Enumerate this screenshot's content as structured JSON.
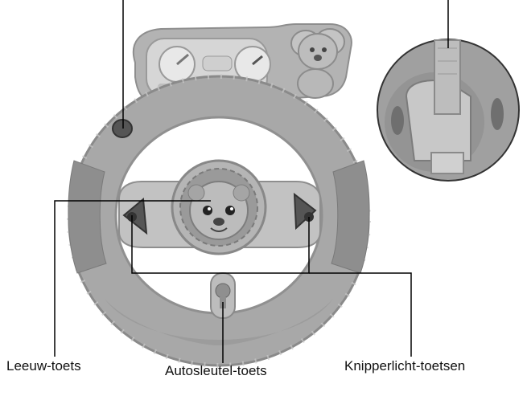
{
  "labels": {
    "lion": "Leeuw-toets",
    "key": "Autosleutel-toets",
    "blinkers": "Knipperlicht-toetsen"
  },
  "colors": {
    "toy_gray": "#a9a9a9",
    "toy_dark": "#7a7a7a",
    "toy_light": "#c9c9c9",
    "line": "#000000"
  }
}
